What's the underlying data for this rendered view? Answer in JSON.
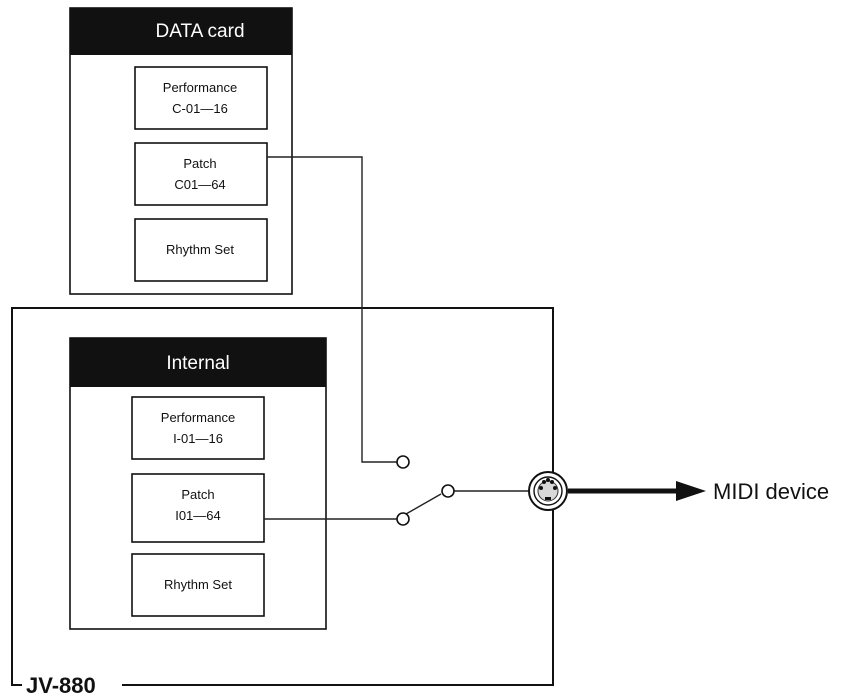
{
  "data_card": {
    "title": "DATA card",
    "slots": [
      {
        "line1": "Performance",
        "line2": "C-01—16"
      },
      {
        "line1": "Patch",
        "line2": "C01—64"
      },
      {
        "line1": "Rhythm Set",
        "line2": ""
      }
    ]
  },
  "internal": {
    "title": "Internal",
    "slots": [
      {
        "line1": "Performance",
        "line2": "I-01—16"
      },
      {
        "line1": "Patch",
        "line2": "I01—64"
      },
      {
        "line1": "Rhythm Set",
        "line2": ""
      }
    ]
  },
  "output": {
    "label": "MIDI device"
  },
  "device": {
    "name": "JV-880"
  }
}
